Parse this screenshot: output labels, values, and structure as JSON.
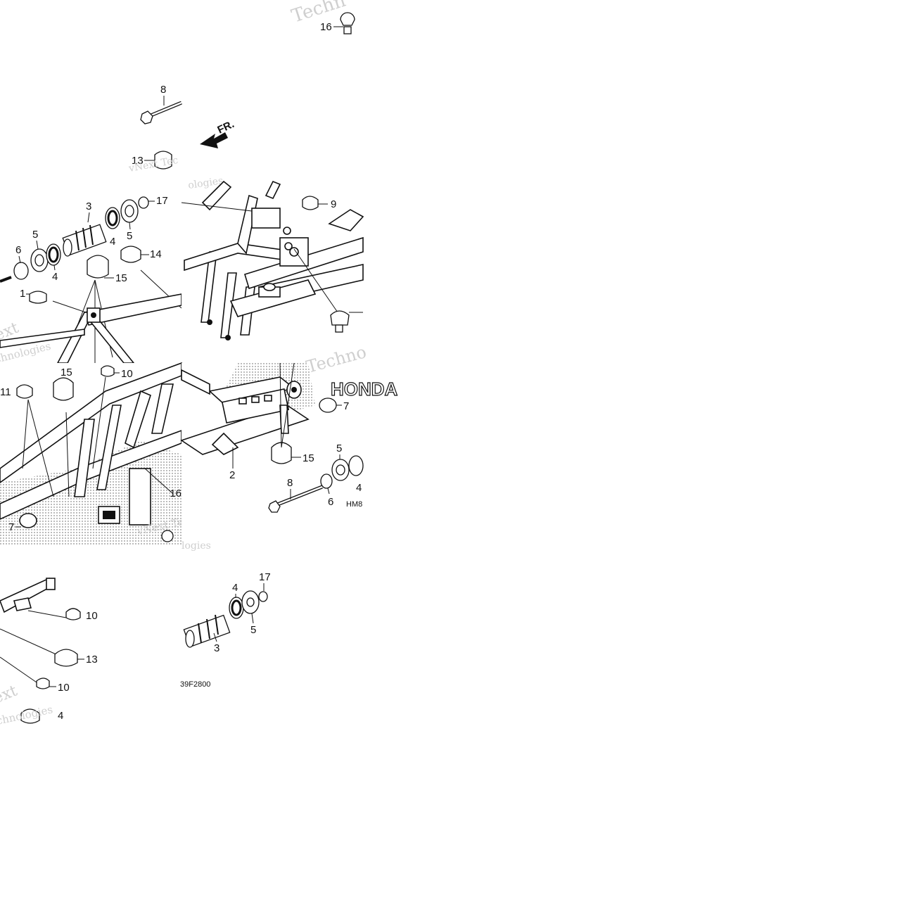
{
  "diagram": {
    "direction_label": "FR.",
    "code_right": "HM8",
    "code_bottom": "39F2800",
    "brand_text": "HONDA",
    "watermarks": {
      "w1": "Techn",
      "w2": "vNext Tec",
      "w3": "ologies",
      "w4": "ext",
      "w5": "chnologies",
      "w6": "Techno",
      "w7": "vNext Tec",
      "w8": "logies",
      "w9": "ext",
      "w10": "chnologies"
    },
    "callouts": {
      "c16a": "16",
      "c8a": "8",
      "c13a": "13",
      "c3a": "3",
      "c17a": "17",
      "c5a": "5",
      "c5b": "5",
      "c6a": "6",
      "c4a": "4",
      "c4b": "4",
      "c14a": "14",
      "c15a": "15",
      "c1": "1",
      "c9": "9",
      "c15b": "15",
      "c10a": "10",
      "c11": "11",
      "c16b": "16",
      "c7a": "7",
      "c7b": "7",
      "c5c": "5",
      "c15c": "15",
      "c2": "2",
      "c8b": "8",
      "c6b": "6",
      "c4c": "4",
      "c10b": "10",
      "c13b": "13",
      "c10c": "10",
      "c14b": "4",
      "c4d": "4",
      "c17b": "17",
      "c5d": "5",
      "c3b": "3"
    }
  }
}
